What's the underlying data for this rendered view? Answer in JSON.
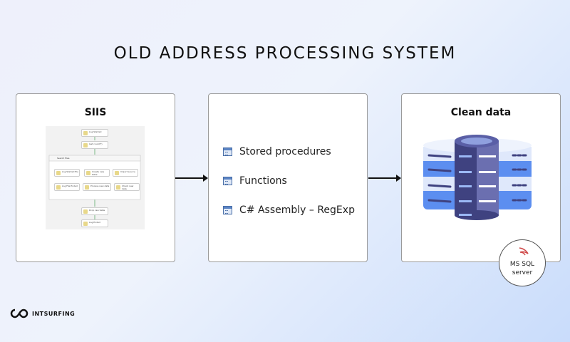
{
  "title": "OLD ADDRESS PROCESSING SYSTEM",
  "boxes": {
    "siis": {
      "heading": "SIIS",
      "flow_nodes": [
        "Log Started",
        "Get count(*)",
        "Search files",
        "Log Started file",
        "Create new table",
        "Import source",
        "Log File Ended",
        "Process new data",
        "Check new data",
        "Drop raw table",
        "Log Ended"
      ]
    },
    "middle": {
      "items": [
        "Stored procedures",
        "Functions",
        "C# Assembly – RegExp"
      ]
    },
    "clean": {
      "heading": "Clean data",
      "badge_line1": "MS SQL",
      "badge_line2": "server"
    }
  },
  "logo": {
    "text": "INTSURFING"
  },
  "colors": {
    "db_dark": "#3f4280",
    "db_mid": "#6b86d8",
    "db_light": "#dfe8fb",
    "db_blue": "#5c8ef0"
  }
}
